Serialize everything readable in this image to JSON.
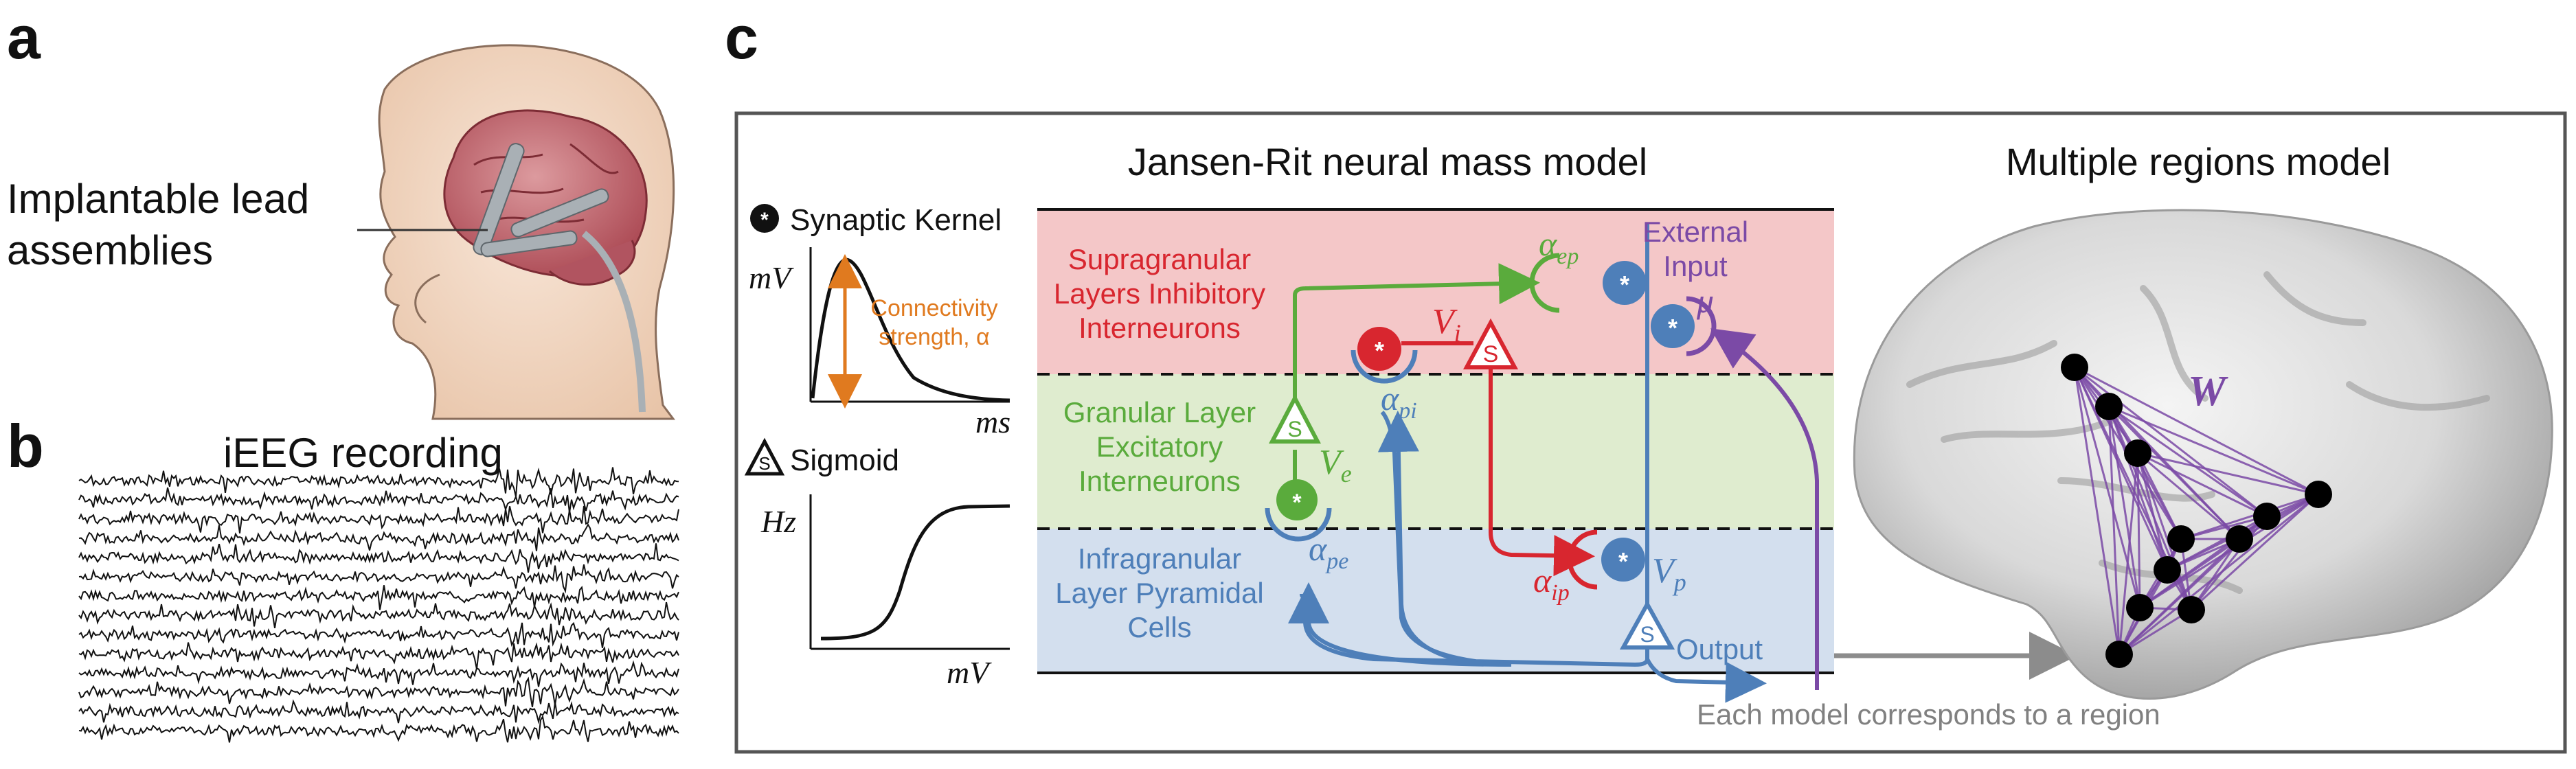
{
  "panels": {
    "a": {
      "label": "a",
      "annotation_line1": "Implantable lead",
      "annotation_line2": "assemblies"
    },
    "b": {
      "label": "b",
      "title": "iEEG recording"
    },
    "c": {
      "label": "c",
      "jr_title": "Jansen-Rit neural mass model",
      "multi_title": "Multiple regions model",
      "footer": "Each model corresponds to a region"
    }
  },
  "legend": {
    "kernel_label": "Synaptic Kernel",
    "kernel_star": "*",
    "kernel_ylabel": "mV",
    "kernel_xlabel": "ms",
    "connectivity_line1": "Connectivity",
    "connectivity_line2": "strength, α",
    "sigmoid_label": "Sigmoid",
    "sigmoid_symbol": "S",
    "sigmoid_ylabel": "Hz",
    "sigmoid_xlabel": "mV"
  },
  "layers": [
    {
      "id": "supragranular",
      "lines": [
        "Supragranular",
        "Layers Inhibitory",
        "Interneurons"
      ],
      "color": "#d8262f",
      "fill": "#f4c7c8"
    },
    {
      "id": "granular",
      "lines": [
        "Granular Layer",
        "Excitatory",
        "Interneurons"
      ],
      "color": "#5aab3c",
      "fill": "#dfeccf"
    },
    {
      "id": "infragranular",
      "lines": [
        "Infragranular",
        "Layer Pyramidal",
        "Cells"
      ],
      "color": "#4e7fb9",
      "fill": "#d3dfee"
    }
  ],
  "symbols": {
    "star": "*",
    "sigmoid": "S",
    "Vi": "V",
    "Vi_sub": "i",
    "Ve": "V",
    "Ve_sub": "e",
    "Vp": "V",
    "Vp_sub": "p",
    "alpha_ep": "α",
    "alpha_ep_sub": "ep",
    "alpha_pi": "α",
    "alpha_pi_sub": "pi",
    "alpha_pe": "α",
    "alpha_pe_sub": "pe",
    "alpha_ip": "α",
    "alpha_ip_sub": "ip",
    "mu": "μ",
    "external_line1": "External",
    "external_line2": "Input",
    "output": "Output",
    "W": "W"
  },
  "colors": {
    "red": "#d8262f",
    "green": "#5aab3c",
    "blue": "#4e7fb9",
    "purple": "#7b4aa6",
    "orange": "#e07a1f",
    "grey": "#808080"
  }
}
